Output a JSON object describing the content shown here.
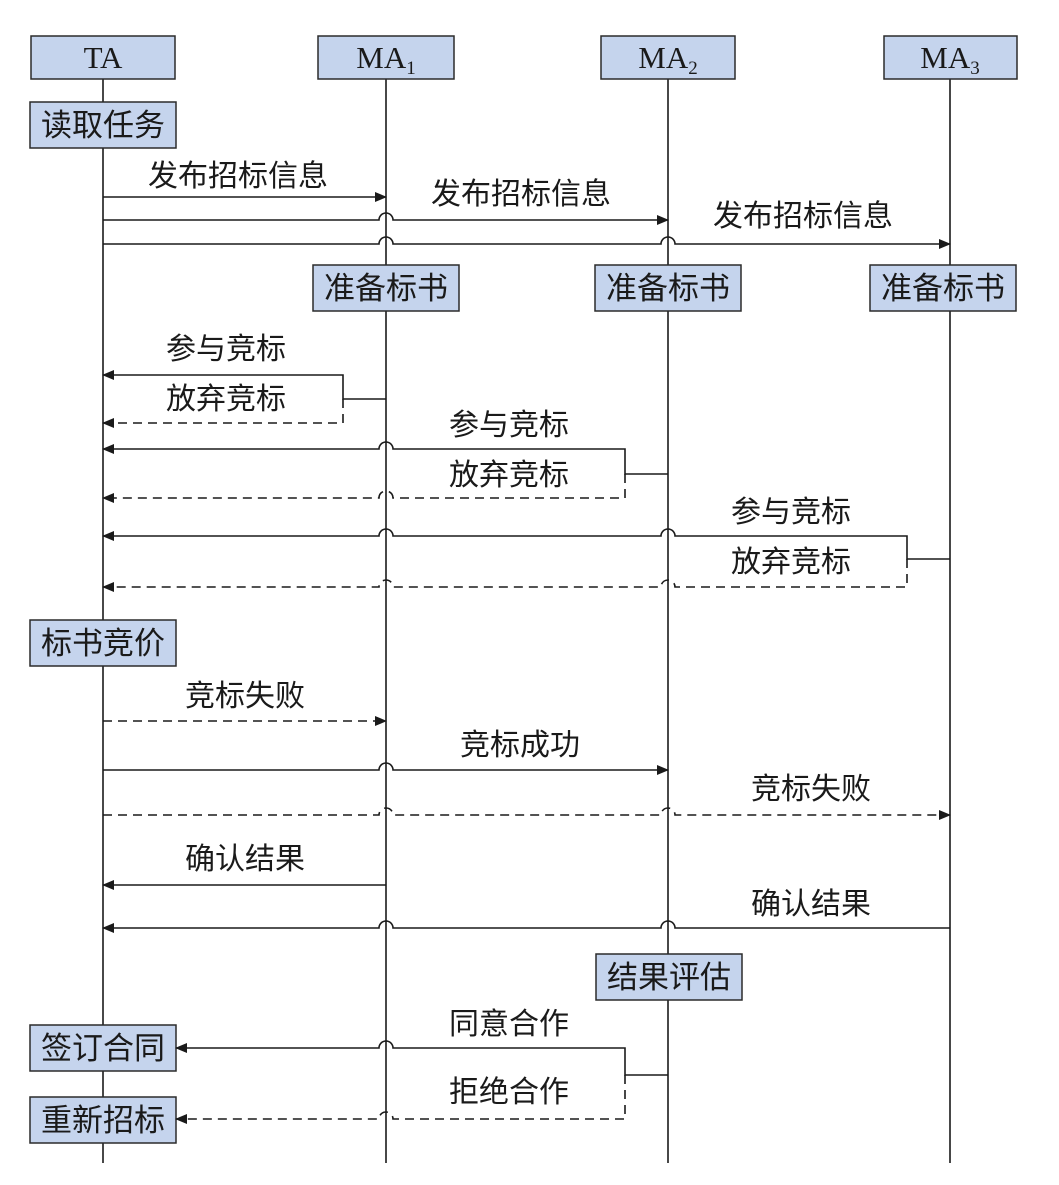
{
  "colors": {
    "box_fill": "#c5d4ed",
    "box_stroke": "#2b2b2b",
    "line": "#1a1a1a"
  },
  "lifelines": [
    {
      "key": "ta",
      "label": "TA",
      "sub": ""
    },
    {
      "key": "ma1",
      "label": "MA",
      "sub": "1"
    },
    {
      "key": "ma2",
      "label": "MA",
      "sub": "2"
    },
    {
      "key": "ma3",
      "label": "MA",
      "sub": "3"
    }
  ],
  "activities": {
    "read_task": "读取任务",
    "prepare_bid_ma1": "准备标书",
    "prepare_bid_ma2": "准备标书",
    "prepare_bid_ma3": "准备标书",
    "bid_compare": "标书竞价",
    "evaluate_result": "结果评估",
    "sign_contract": "签订合同",
    "rebid": "重新招标"
  },
  "messages": {
    "publish_ma1": "发布招标信息",
    "publish_ma2": "发布招标信息",
    "publish_ma3": "发布招标信息",
    "join_ma1": "参与竞标",
    "quit_ma1": "放弃竞标",
    "join_ma2": "参与竞标",
    "quit_ma2": "放弃竞标",
    "join_ma3": "参与竞标",
    "quit_ma3": "放弃竞标",
    "fail_ma1": "竞标失败",
    "success_ma2": "竞标成功",
    "fail_ma3": "竞标失败",
    "confirm_ma1": "确认结果",
    "confirm_ma3": "确认结果",
    "agree": "同意合作",
    "refuse": "拒绝合作"
  }
}
